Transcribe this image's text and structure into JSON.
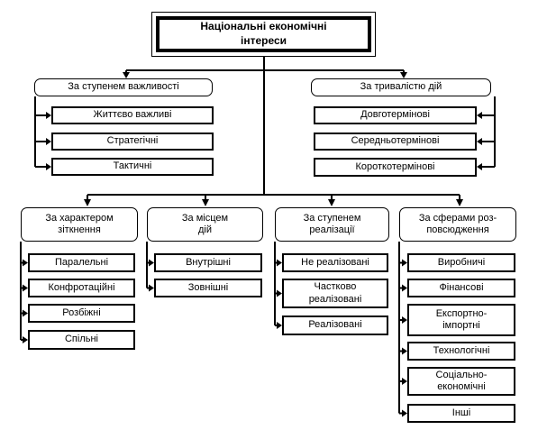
{
  "root": {
    "label": "Національні економічні\nінтереси"
  },
  "groups": {
    "importance": {
      "label": "За ступенем важливості",
      "items": [
        "Життєво важливі",
        "Стратегічні",
        "Тактичні"
      ]
    },
    "duration": {
      "label": "За тривалістю дій",
      "items": [
        "Довготермінові",
        "Середньотермінові",
        "Короткотермінові"
      ]
    },
    "collision": {
      "label": "За характером\nзіткнення",
      "items": [
        "Паралельні",
        "Конфротаційні",
        "Розбіжні",
        "Спільні"
      ]
    },
    "place": {
      "label": "За місцем\nдій",
      "items": [
        "Внутрішні",
        "Зовнішні"
      ]
    },
    "realization": {
      "label": "За ступенем\nреалізації",
      "items": [
        "Не реалізовані",
        "Частково\nреалізовані",
        "Реалізовані"
      ]
    },
    "spheres": {
      "label": "За сферами роз-\nповсюдження",
      "items": [
        "Виробничі",
        "Фінансові",
        "Експортно-\nімпортні",
        "Технологічні",
        "Соціально-\nекономічні",
        "Інші"
      ]
    }
  },
  "colors": {
    "line": "#000000",
    "border": "#000000",
    "background": "#ffffff",
    "text": "#000000"
  }
}
